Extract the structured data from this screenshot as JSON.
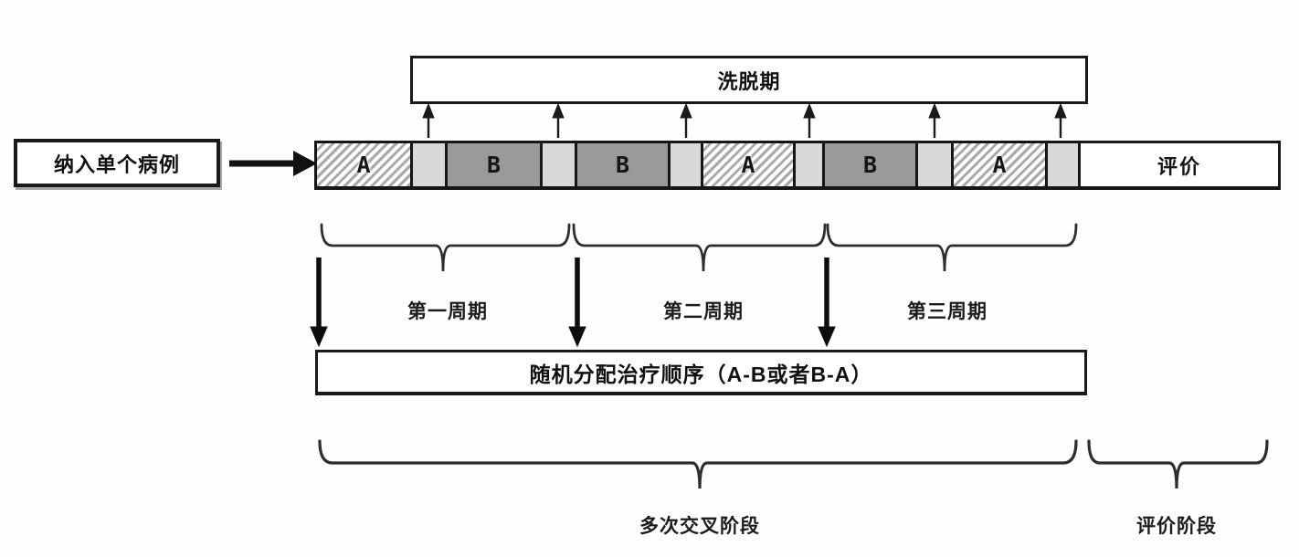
{
  "diagram_title": "N-of-1 crossover trial design flow",
  "enroll": {
    "label": "纳入单个病例"
  },
  "washout": {
    "label": "洗脱期"
  },
  "strip": {
    "segments": [
      {
        "name": "treatment-block-a-1",
        "label": "A"
      },
      {
        "name": "washout-slot-1",
        "label": ""
      },
      {
        "name": "treatment-block-b-1",
        "label": "B"
      },
      {
        "name": "washout-slot-2",
        "label": ""
      },
      {
        "name": "treatment-block-b-2",
        "label": "B"
      },
      {
        "name": "washout-slot-3",
        "label": ""
      },
      {
        "name": "treatment-block-a-2",
        "label": "A"
      },
      {
        "name": "washout-slot-4",
        "label": ""
      },
      {
        "name": "treatment-block-b-3",
        "label": "B"
      },
      {
        "name": "washout-slot-5",
        "label": ""
      },
      {
        "name": "treatment-block-a-3",
        "label": "A"
      },
      {
        "name": "washout-slot-6",
        "label": ""
      },
      {
        "name": "evaluation-block",
        "label": "评价"
      }
    ]
  },
  "cycles": [
    {
      "label": "第一周期"
    },
    {
      "label": "第二周期"
    },
    {
      "label": "第三周期"
    }
  ],
  "randomization": {
    "label": "随机分配治疗顺序（A-B或者B-A）"
  },
  "phases": {
    "crossover": {
      "label": "多次交叉阶段"
    },
    "evaluation": {
      "label": "评价阶段"
    }
  },
  "colors": {
    "background": "#fefefe",
    "line": "#1a1a1a",
    "brace": "#2e2e2e",
    "treatment_b_fill": "#9a9a9a",
    "washout_slot_fill": "#d8d8d8",
    "hatch_stripe": "#a8a8a8"
  }
}
